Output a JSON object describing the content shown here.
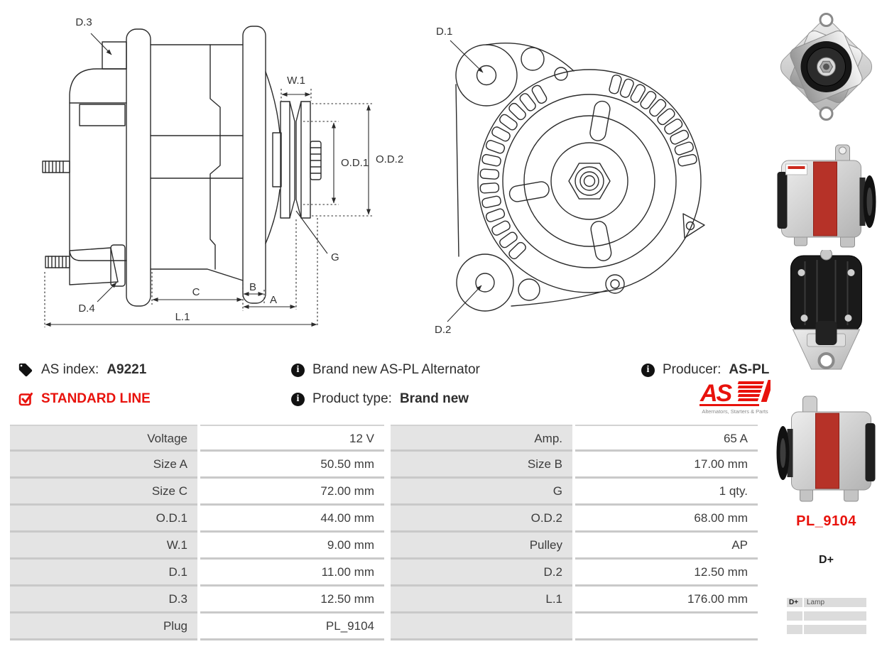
{
  "info": {
    "as_index": {
      "label": "AS index:",
      "value": "A9221"
    },
    "standard_line": "STANDARD LINE",
    "brand_new": "Brand new AS-PL Alternator",
    "product_type": {
      "label": "Product type:",
      "value": "Brand new"
    },
    "producer": {
      "label": "Producer:",
      "value": "AS-PL"
    },
    "logo": {
      "text": "AS",
      "tagline": "Alternators, Starters & Parts"
    }
  },
  "diagram": {
    "side_labels": {
      "d3": "D.3",
      "w1": "W.1",
      "od1": "O.D.1",
      "od2": "O.D.2",
      "g": "G",
      "d4": "D.4",
      "c": "C",
      "b": "B",
      "a": "A",
      "l1": "L.1"
    },
    "front_labels": {
      "d1": "D.1",
      "d2": "D.2"
    }
  },
  "spec_table": {
    "rows": [
      [
        "Voltage",
        "12 V",
        "Amp.",
        "65 A"
      ],
      [
        "Size A",
        "50.50 mm",
        "Size B",
        "17.00 mm"
      ],
      [
        "Size C",
        "72.00 mm",
        "G",
        "1 qty."
      ],
      [
        "O.D.1",
        "44.00 mm",
        "O.D.2",
        "68.00 mm"
      ],
      [
        "W.1",
        "9.00 mm",
        "Pulley",
        "AP"
      ],
      [
        "D.1",
        "11.00 mm",
        "D.2",
        "12.50 mm"
      ],
      [
        "D.3",
        "12.50 mm",
        "L.1",
        "176.00 mm"
      ],
      [
        "Plug",
        "PL_9104",
        "",
        ""
      ]
    ]
  },
  "side_panel": {
    "plug_code": "PL_9104",
    "terminal": "D+",
    "legend_rows": [
      [
        "D+",
        "Lamp"
      ],
      [
        "",
        ""
      ],
      [
        "",
        ""
      ]
    ]
  },
  "colors": {
    "accent_red": "#e8120c",
    "table_grey": "#e4e4e4"
  }
}
